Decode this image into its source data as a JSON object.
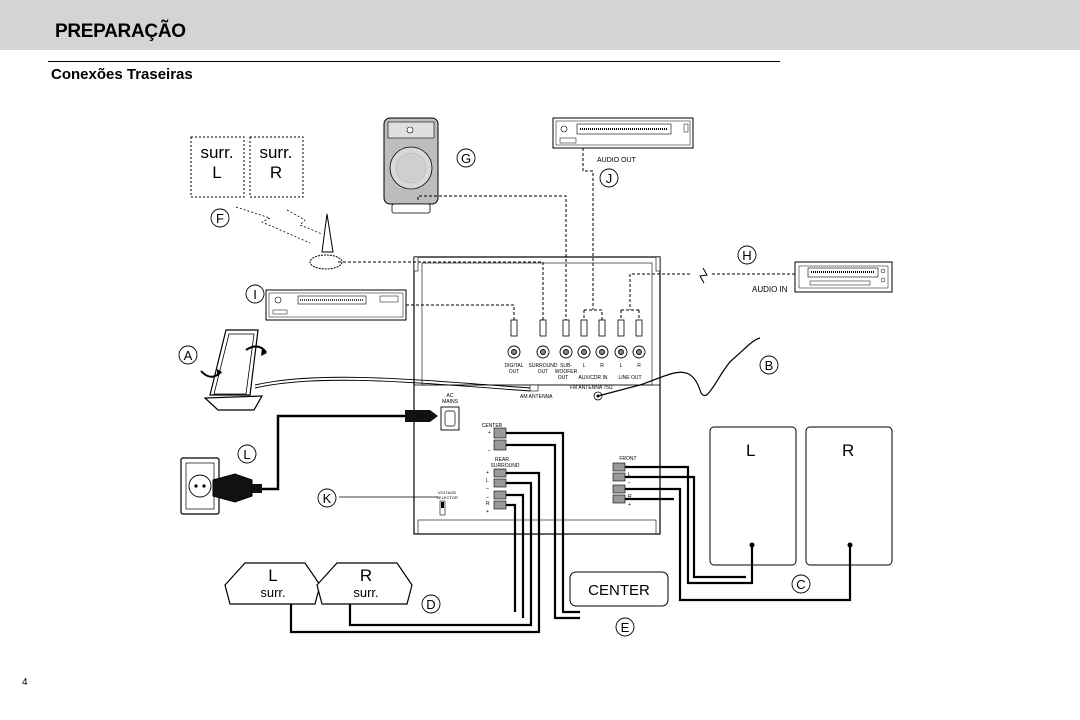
{
  "header": {
    "title": "PREPARAÇÃO"
  },
  "section": {
    "subtitle": "Conexões Traseiras"
  },
  "page_number": "4",
  "callouts": {
    "A": "A",
    "B": "B",
    "C": "C",
    "D": "D",
    "E": "E",
    "F": "F",
    "G": "G",
    "H": "H",
    "I": "I",
    "J": "J",
    "K": "K",
    "L": "L"
  },
  "speaker_cards": {
    "surr_l_top": "surr.",
    "surr_l_bottom": "L",
    "surr_r_top": "surr.",
    "surr_r_bottom": "R"
  },
  "front_speakers": {
    "left": "L",
    "right": "R"
  },
  "rear_speakers": {
    "left_top": "L",
    "left_bottom": "surr.",
    "right_top": "R",
    "right_bottom": "surr."
  },
  "center_speaker": "CENTER",
  "devices": {
    "audio_out": "AUDIO OUT",
    "audio_in": "AUDIO IN"
  },
  "panel": {
    "digital_out": [
      "DIGITAL",
      "OUT"
    ],
    "surround_out": [
      "SURROUND",
      "OUT"
    ],
    "subwoofer_out": [
      "SUB-",
      "WOOFER",
      "OUT"
    ],
    "aux_l": "L",
    "aux_r": "R",
    "aux_cdr_in": "AUX/CDR IN",
    "line_l": "L",
    "line_r": "R",
    "line_out": "LINE OUT",
    "ac_mains": [
      "AC",
      "MAINS"
    ],
    "am_antenna": "AM ANTENNA",
    "fm_antenna": "FM ANTENNA 75Ω",
    "center_label": "CENTER",
    "rear_surround": [
      "REAR",
      "SURROUND"
    ],
    "front_label": "FRONT",
    "voltage_selector": [
      "VOLTAGE",
      "SELECTOR"
    ],
    "plus": "+",
    "minus": "–",
    "l": "L",
    "r": "R"
  },
  "colors": {
    "header_band": "#d4d4d4",
    "lines": "#000000",
    "subwoofer_grey": "#c8c8c8"
  }
}
